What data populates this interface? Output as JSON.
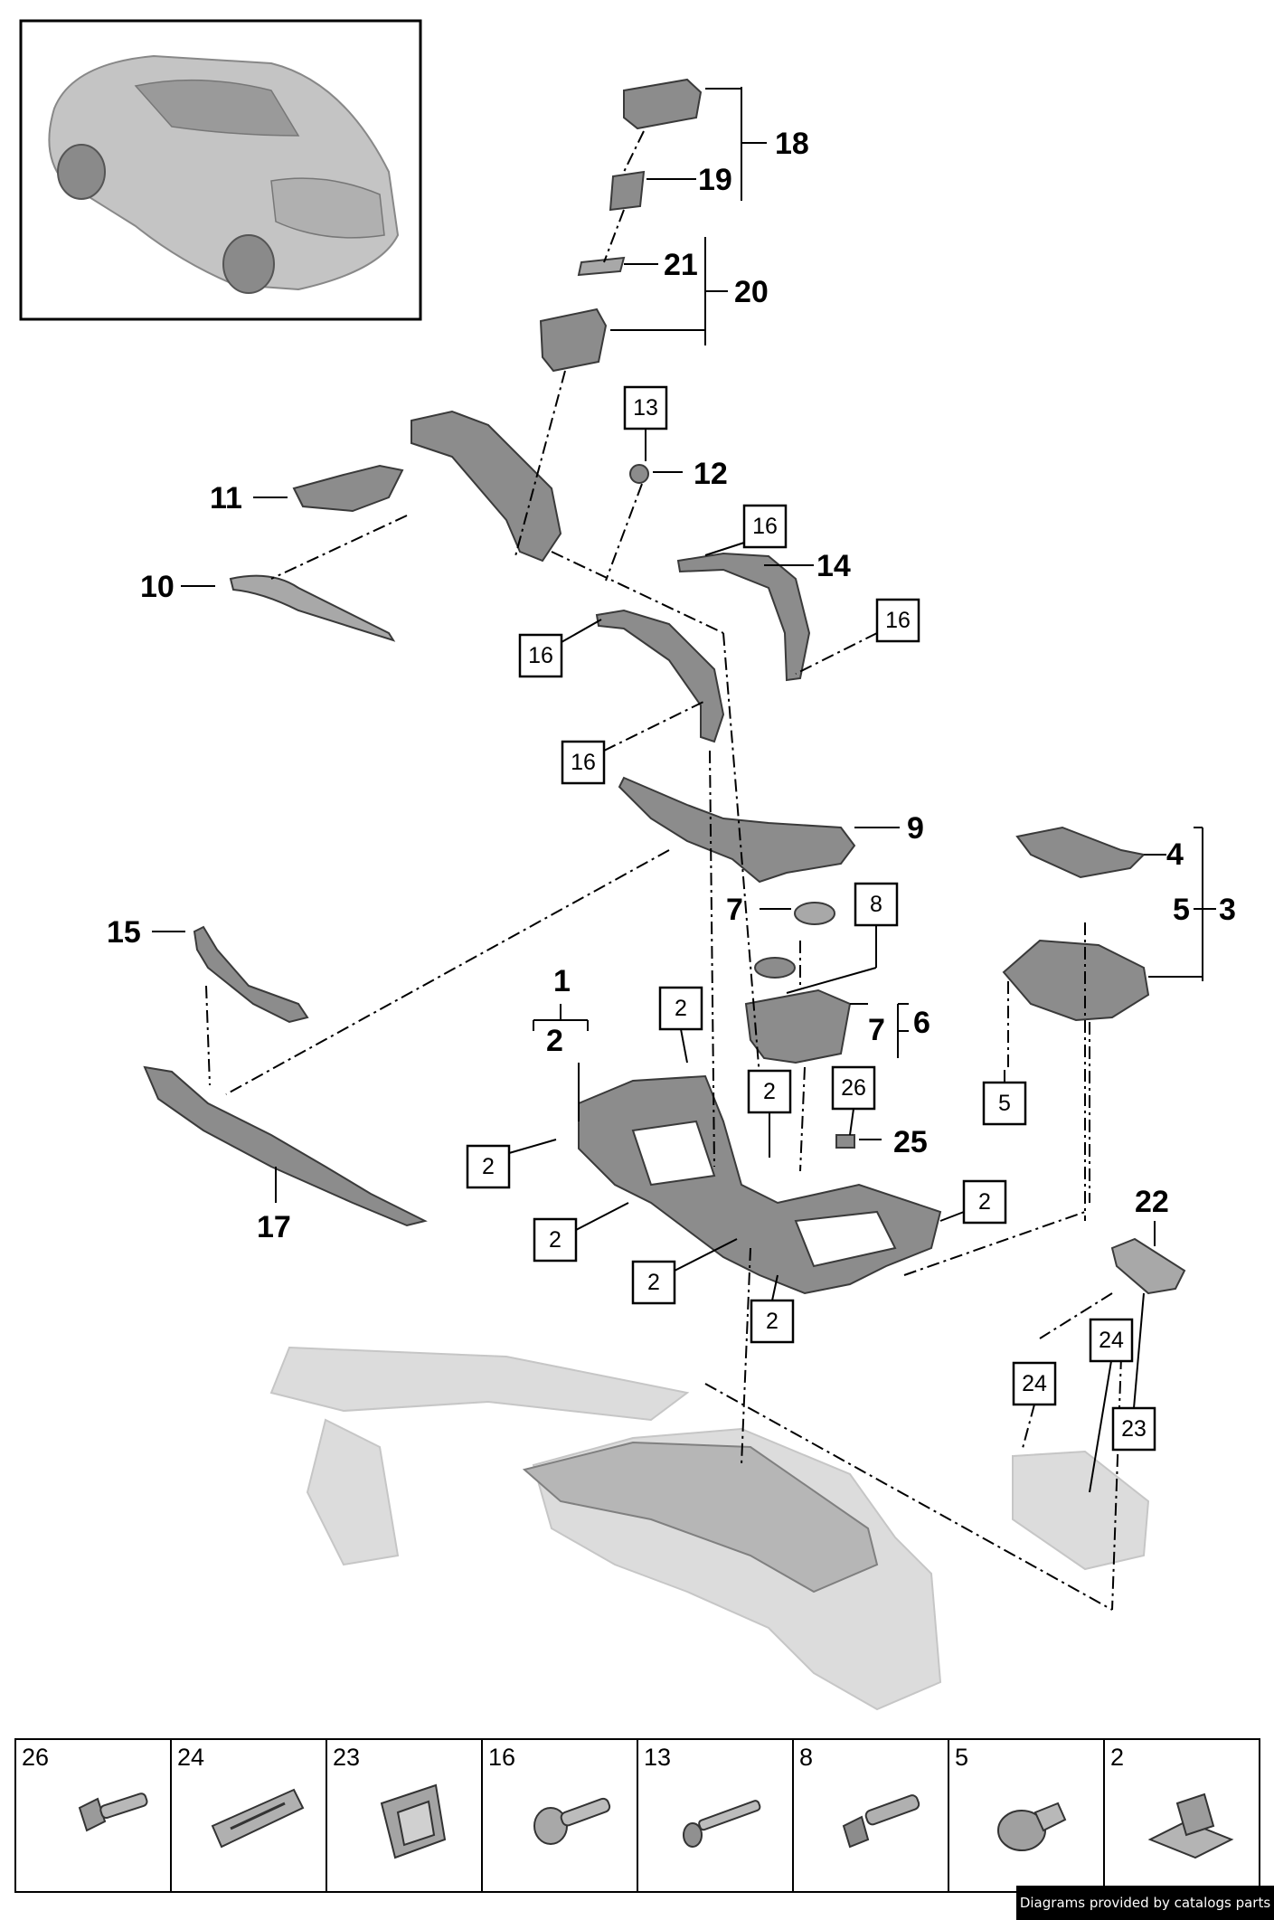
{
  "callouts": {
    "c1": "1",
    "c2": "2",
    "c3": "3",
    "c4": "4",
    "c5": "5",
    "c6": "6",
    "c7a": "7",
    "c7b": "7",
    "c9": "9",
    "c10": "10",
    "c11": "11",
    "c12": "12",
    "c14": "14",
    "c15": "15",
    "c17": "17",
    "c18": "18",
    "c19": "19",
    "c20": "20",
    "c21": "21",
    "c22": "22",
    "c25": "25"
  },
  "boxed_refs": {
    "b13": "13",
    "b16a": "16",
    "b16b": "16",
    "b16c": "16",
    "b16d": "16",
    "b8": "8",
    "b2a": "2",
    "b2b": "2",
    "b2c": "2",
    "b2d": "2",
    "b2e": "2",
    "b2f": "2",
    "b2g": "2",
    "b26": "26",
    "b5": "5",
    "b24a": "24",
    "b24b": "24",
    "b23": "23"
  },
  "legend": [
    {
      "num": "26",
      "icon": "hex-flange-bolt-icon"
    },
    {
      "num": "24",
      "icon": "spring-clip-icon"
    },
    {
      "num": "23",
      "icon": "retaining-clip-icon"
    },
    {
      "num": "16",
      "icon": "torx-screw-icon"
    },
    {
      "num": "13",
      "icon": "washer-screw-icon"
    },
    {
      "num": "8",
      "icon": "flange-bolt-icon"
    },
    {
      "num": "5",
      "icon": "expanding-rivet-icon"
    },
    {
      "num": "2",
      "icon": "sheet-metal-nut-icon"
    }
  ],
  "footer_text": "Diagrams provided by catalogs parts"
}
